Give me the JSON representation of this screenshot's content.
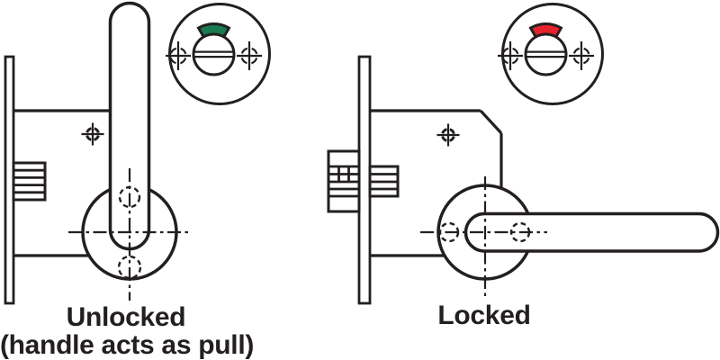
{
  "figure": {
    "left": {
      "label": "Unlocked",
      "sublabel": "(handle acts as pull)",
      "indicator_color": "#1a7a50",
      "indicator_state": "green"
    },
    "right": {
      "label": "Locked",
      "indicator_color": "#e5232b",
      "indicator_state": "red"
    },
    "line_color": "#231f20",
    "background": "#ffffff"
  }
}
